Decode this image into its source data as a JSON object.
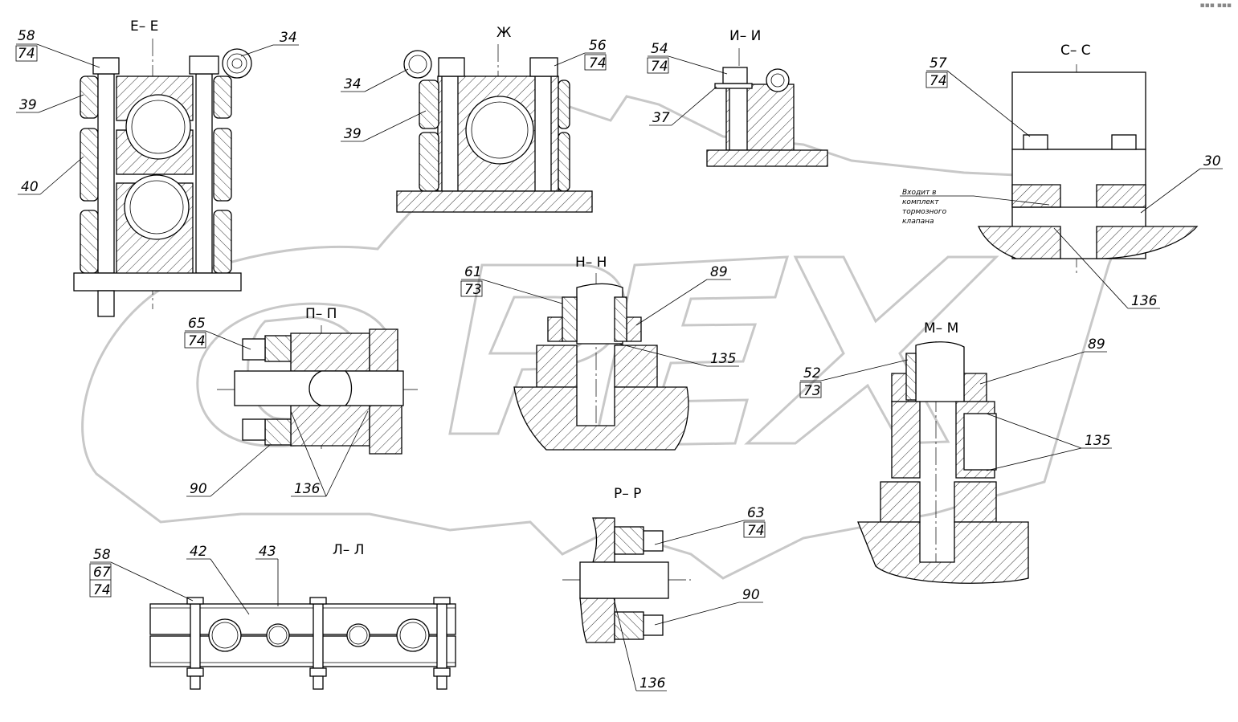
{
  "sections": {
    "ee": "Е– Е",
    "zh": "Ж",
    "ii": "И– И",
    "ss": "С– С",
    "nn": "Н– Н",
    "pp": "П– П",
    "mm": "М– М",
    "rr": "Р– Р",
    "ll": "Л– Л"
  },
  "callouts": {
    "ee_top": "58",
    "ee_bot": "74",
    "ee_34": "34",
    "ee_39": "39",
    "ee_40": "40",
    "zh_34": "34",
    "zh_39": "39",
    "zh_top": "56",
    "zh_bot": "74",
    "ii_top": "54",
    "ii_bot": "74",
    "ii_37": "37",
    "ss_top": "57",
    "ss_bot": "74",
    "ss_30": "30",
    "ss_136": "136",
    "ss_note_1": "Входит в",
    "ss_note_2": "комплект",
    "ss_note_3": "тормозного",
    "ss_note_4": "клапана",
    "nn_top": "61",
    "nn_bot": "73",
    "nn_89": "89",
    "nn_135": "135",
    "pp_top": "65",
    "pp_bot": "74",
    "pp_90": "90",
    "pp_136": "136",
    "mm_top": "52",
    "mm_bot": "73",
    "mm_89": "89",
    "mm_135": "135",
    "rr_top": "63",
    "rr_bot": "74",
    "rr_90": "90",
    "rr_136": "136",
    "ll_a": "58",
    "ll_b": "67",
    "ll_c": "74",
    "ll_42": "42",
    "ll_43": "43"
  },
  "watermark": "OPEX",
  "corner_mark": "▪▪▪ ▪▪▪"
}
